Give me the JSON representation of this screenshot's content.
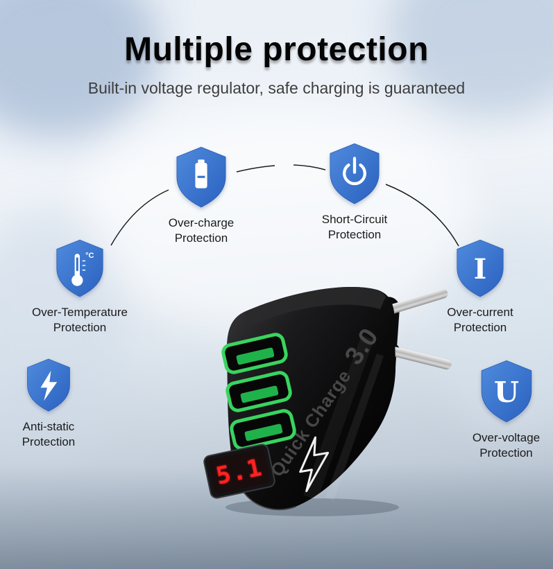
{
  "header": {
    "title": "Multiple protection",
    "subtitle": "Built-in voltage regulator, safe charging is guaranteed"
  },
  "features": [
    {
      "id": "over-charge",
      "icon": "battery-icon",
      "line1": "Over-charge",
      "line2": "Protection"
    },
    {
      "id": "short-circuit",
      "icon": "power-icon",
      "line1": "Short-Circuit",
      "line2": "Protection"
    },
    {
      "id": "over-temperature",
      "icon": "thermometer-icon",
      "icon_text": "°C",
      "line1": "Over-Temperature",
      "line2": "Protection"
    },
    {
      "id": "over-current",
      "icon": "letter-i-icon",
      "glyph": "I",
      "line1": "Over-current",
      "line2": "Protection"
    },
    {
      "id": "anti-static",
      "icon": "lightning-icon",
      "line1": "Anti-static",
      "line2": "Protection"
    },
    {
      "id": "over-voltage",
      "icon": "letter-u-icon",
      "glyph": "U",
      "line1": "Over-voltage",
      "line2": "Protection"
    }
  ],
  "product": {
    "brand_name": "Quick Charge",
    "brand_version": "3.0",
    "display_value": "5.1",
    "usb_port_count": 3
  },
  "colors": {
    "shield_blue": "#3674cf",
    "usb_green": "#39d45f",
    "led_red": "#ff2222",
    "title_color": "#050505"
  }
}
